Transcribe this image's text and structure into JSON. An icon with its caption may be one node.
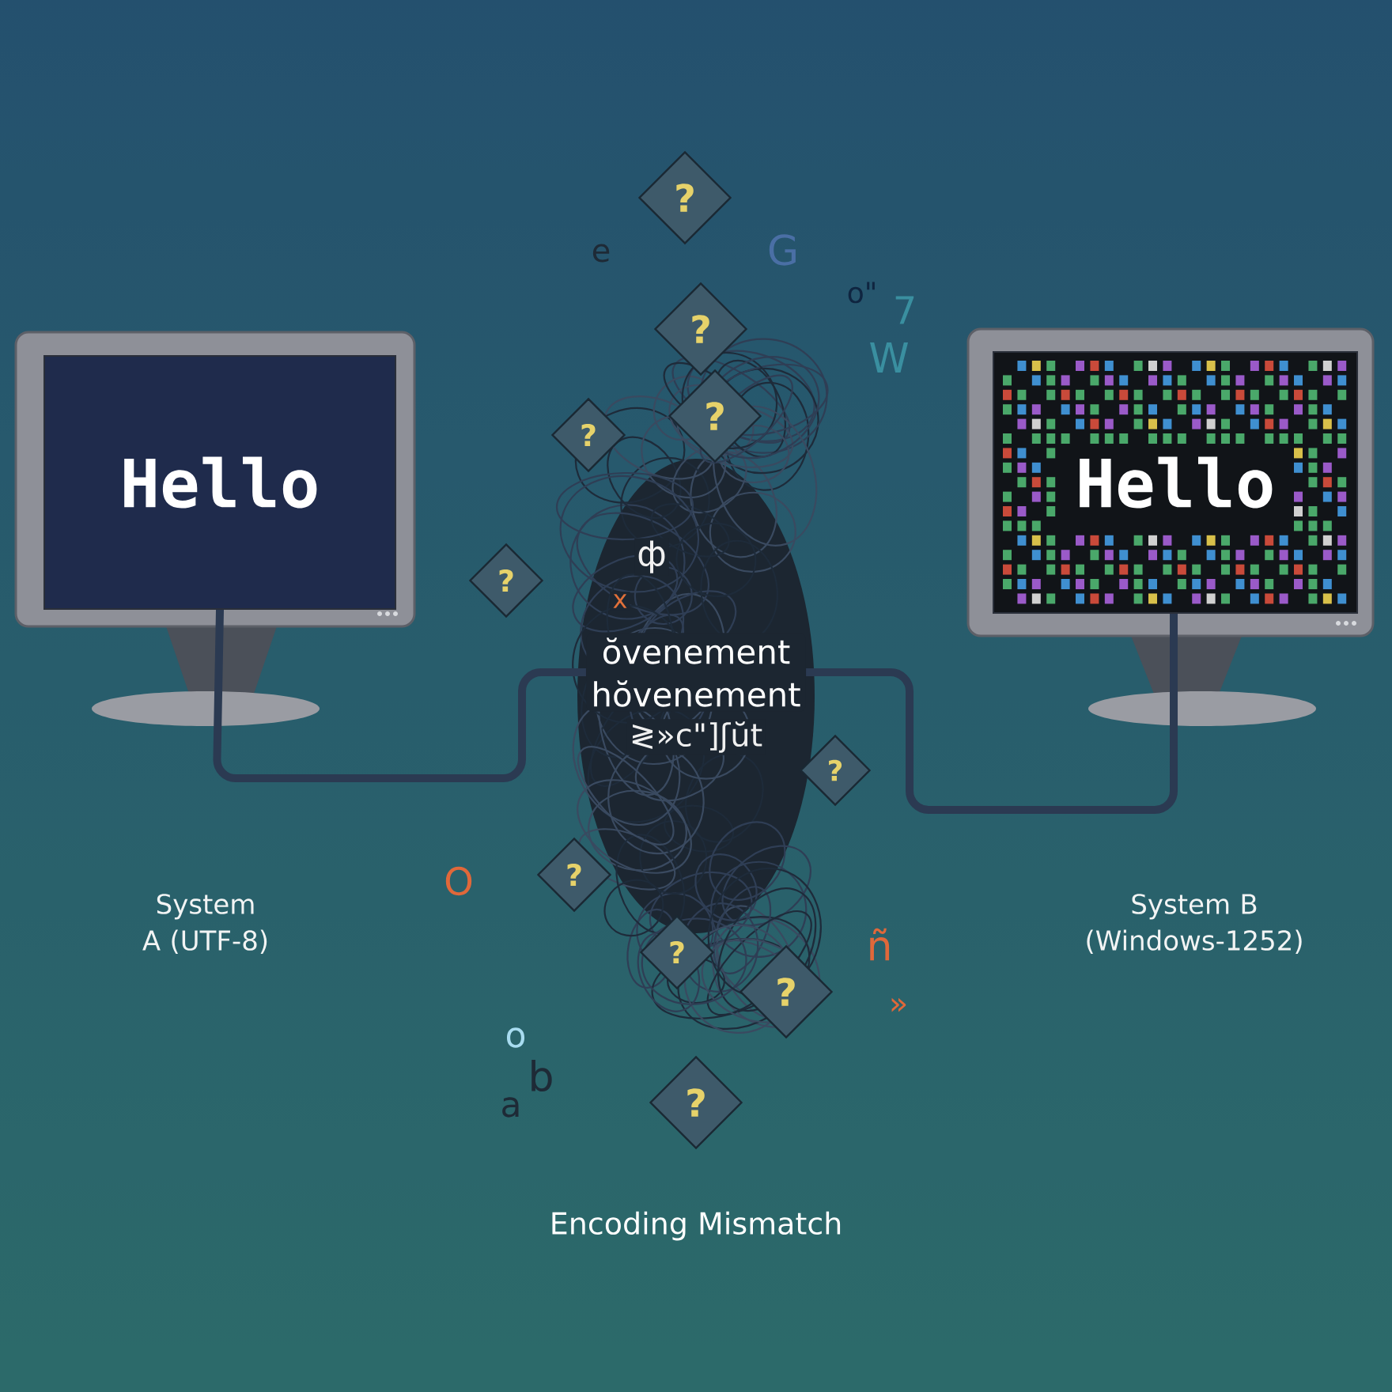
{
  "diagram": {
    "caption": "Encoding Mismatch",
    "nodes": [
      {
        "text": [
          "Hello"
        ]
      },
      {
        "text": [
          "ŏvenement",
          "hŏvenement"
        ]
      },
      {
        "text": [
          "Hello"
        ]
      },
      {
        "text": [
          "?"
        ]
      },
      {
        "text": [
          "?"
        ]
      },
      {
        "text": [
          "?"
        ]
      },
      {
        "text": [
          "?"
        ]
      },
      {
        "text": [
          "?"
        ]
      },
      {
        "text": [
          "?"
        ]
      },
      {
        "text": [
          "?"
        ]
      },
      {
        "text": [
          "?"
        ]
      },
      {
        "text": [
          "?"
        ]
      },
      {
        "text": [
          "?"
        ]
      }
    ],
    "edges": [
      {
        "from": 0,
        "to": 1,
        "arrow": "none"
      },
      {
        "from": 1,
        "to": 2,
        "arrow": "none"
      }
    ],
    "labels": [
      "e",
      "G",
      "o\"",
      "7",
      "W",
      "ф",
      "x",
      "≷»c\"]ʃŭt",
      "System A (UTF-8)",
      "O",
      "ñ",
      "System B (Windows-1252)",
      "»",
      "o",
      "b",
      "a"
    ]
  }
}
